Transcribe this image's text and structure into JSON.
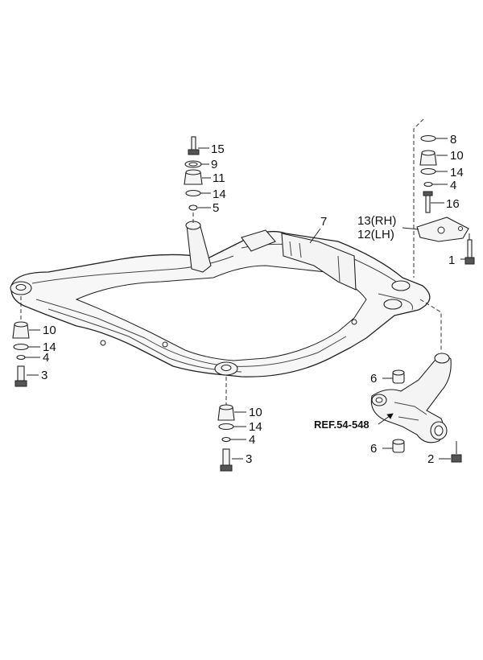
{
  "labels": {
    "p1": "1",
    "p2": "2",
    "p3_left": "3",
    "p3_center": "3",
    "p4_left": "4",
    "p4_center": "4",
    "p4_right": "4",
    "p5": "5",
    "p6_top": "6",
    "p6_bottom": "6",
    "p7": "7",
    "p8": "8",
    "p9": "9",
    "p10_left": "10",
    "p10_center": "10",
    "p10_right": "10",
    "p11": "11",
    "p12": "12(LH)",
    "p13": "13(RH)",
    "p14_top": "14",
    "p14_left": "14",
    "p14_center": "14",
    "p14_right": "14",
    "p15": "15",
    "p16": "16",
    "ref": "REF.54-548"
  }
}
